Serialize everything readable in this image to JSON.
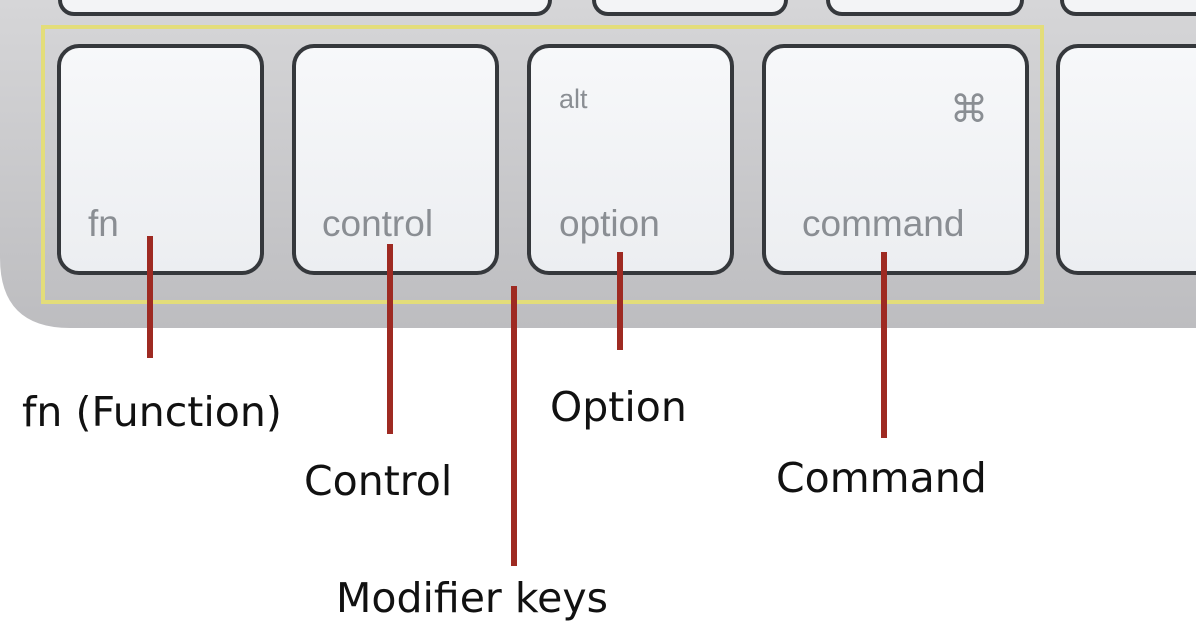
{
  "keys": [
    {
      "id": "fn",
      "label": "fn",
      "sub": ""
    },
    {
      "id": "control",
      "label": "control",
      "sub": ""
    },
    {
      "id": "option",
      "label": "option",
      "sub": "alt"
    },
    {
      "id": "command",
      "label": "command",
      "sub": "⌘"
    }
  ],
  "callouts": {
    "fn": "fn (Function)",
    "control": "Control",
    "modifier": "Modifier keys",
    "option": "Option",
    "command": "Command"
  },
  "colors": {
    "highlight_border": "#e3dd7a",
    "leader_line": "#9e2a22",
    "key_face": "#f3f4f6",
    "key_border": "#35383c",
    "keyboard_body": "#c9c9cb"
  }
}
